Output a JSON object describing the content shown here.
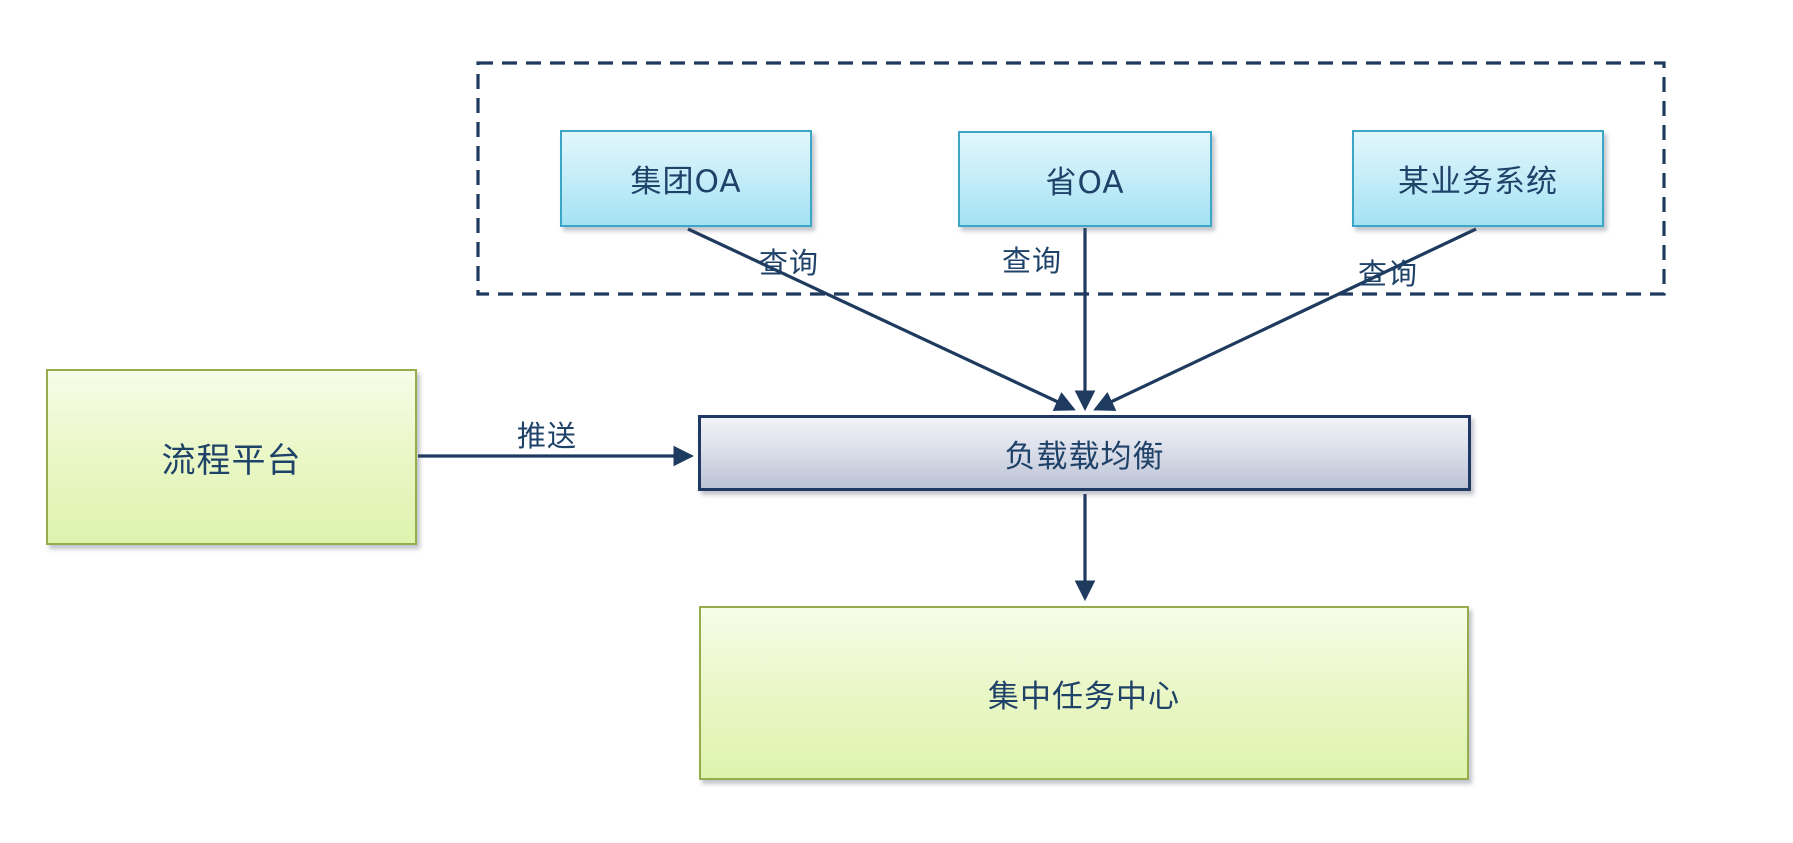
{
  "nodes": {
    "group_oa": {
      "label": "集团OA"
    },
    "province_oa": {
      "label": "省OA"
    },
    "business_system": {
      "label": "某业务系统"
    },
    "process_platform": {
      "label": "流程平台"
    },
    "load_balancer": {
      "label": "负载载均衡"
    },
    "task_center": {
      "label": "集中任务中心"
    }
  },
  "edges": [
    {
      "from": "集团OA",
      "to": "负载载均衡",
      "label": "查询"
    },
    {
      "from": "省OA",
      "to": "负载载均衡",
      "label": "查询"
    },
    {
      "from": "某业务系统",
      "to": "负载载均衡",
      "label": "查询"
    },
    {
      "from": "流程平台",
      "to": "负载载均衡",
      "label": "推送"
    },
    {
      "from": "负载载均衡",
      "to": "集中任务中心",
      "label": ""
    }
  ],
  "groups": [
    {
      "name": "oa-systems-dashed-group",
      "style": "dashed",
      "contains": [
        "集团OA",
        "省OA",
        "某业务系统"
      ]
    }
  ],
  "colors": {
    "line_navy": "#1e3a5f",
    "text_navy": "#1f4268",
    "cyan_fill_top": "#e2f6fc",
    "cyan_fill_bottom": "#a4e2f4",
    "cyan_border": "#3ba6c6",
    "green_fill_top": "#f7fce8",
    "green_fill_bottom": "#def3ae",
    "green_border": "#97ad4d",
    "gray_fill_top": "#f1f3f7",
    "gray_fill_bottom": "#bcc3d6",
    "gray_border": "#1f3864",
    "background": "#ffffff"
  }
}
